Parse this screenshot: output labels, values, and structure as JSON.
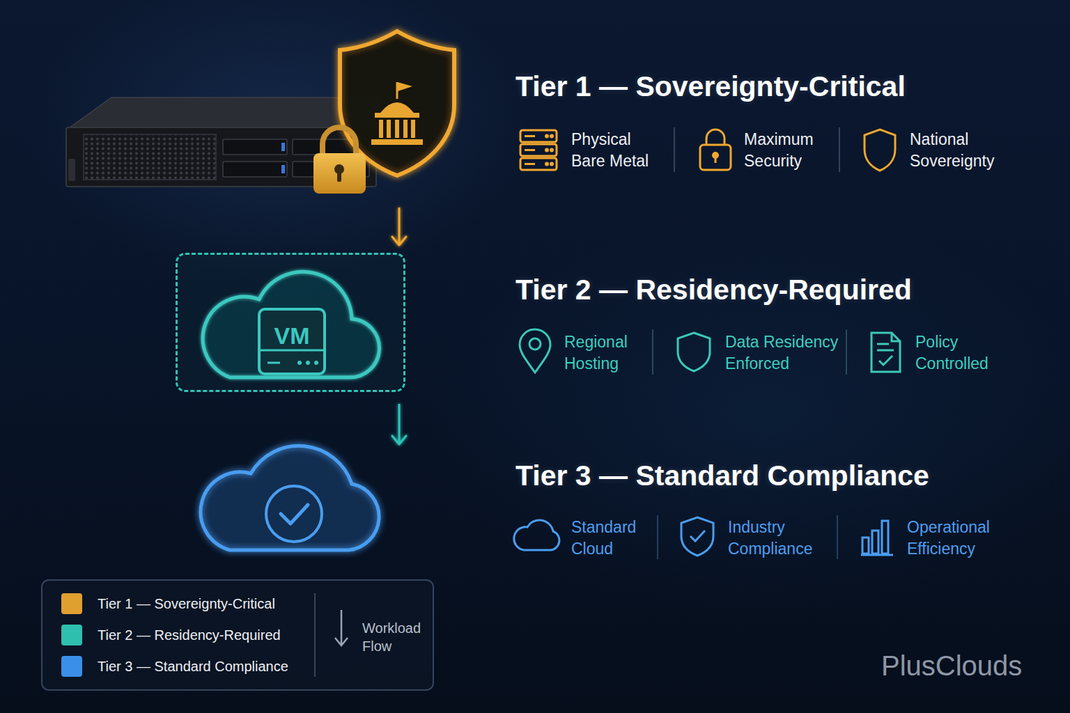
{
  "diagram": {
    "nodes": [
      {
        "text": [
          "Tier 1 — Sovereignty-Critical"
        ]
      },
      {
        "text": [
          "Tier 2 — Residency-Required"
        ]
      },
      {
        "text": [
          "VM"
        ],
        "in": 1
      },
      {
        "text": [
          "Tier 3 — Standard Compliance"
        ]
      }
    ],
    "edges": [
      {
        "from": 0,
        "to": 1,
        "arrow": "to"
      },
      {
        "from": 1,
        "to": 3,
        "arrow": "to"
      }
    ],
    "labels": [
      "Physical Bare Metal",
      "Maximum Security",
      "National Sovereignty",
      "Regional Hosting",
      "Data Residency Enforced",
      "Policy Controlled",
      "Standard Cloud",
      "Industry Compliance",
      "Operational Efficiency",
      "PlusClouds"
    ],
    "legend": [
      {
        "text": "Tier 1 — Sovereignty-Critical",
        "color": "#e0a030"
      },
      {
        "text": "Tier 2 — Residency-Required",
        "color": "#2fbfae"
      },
      {
        "text": "Tier 3 — Standard Compliance",
        "color": "#3a8fe8"
      },
      {
        "text": "Workload Flow"
      }
    ]
  }
}
